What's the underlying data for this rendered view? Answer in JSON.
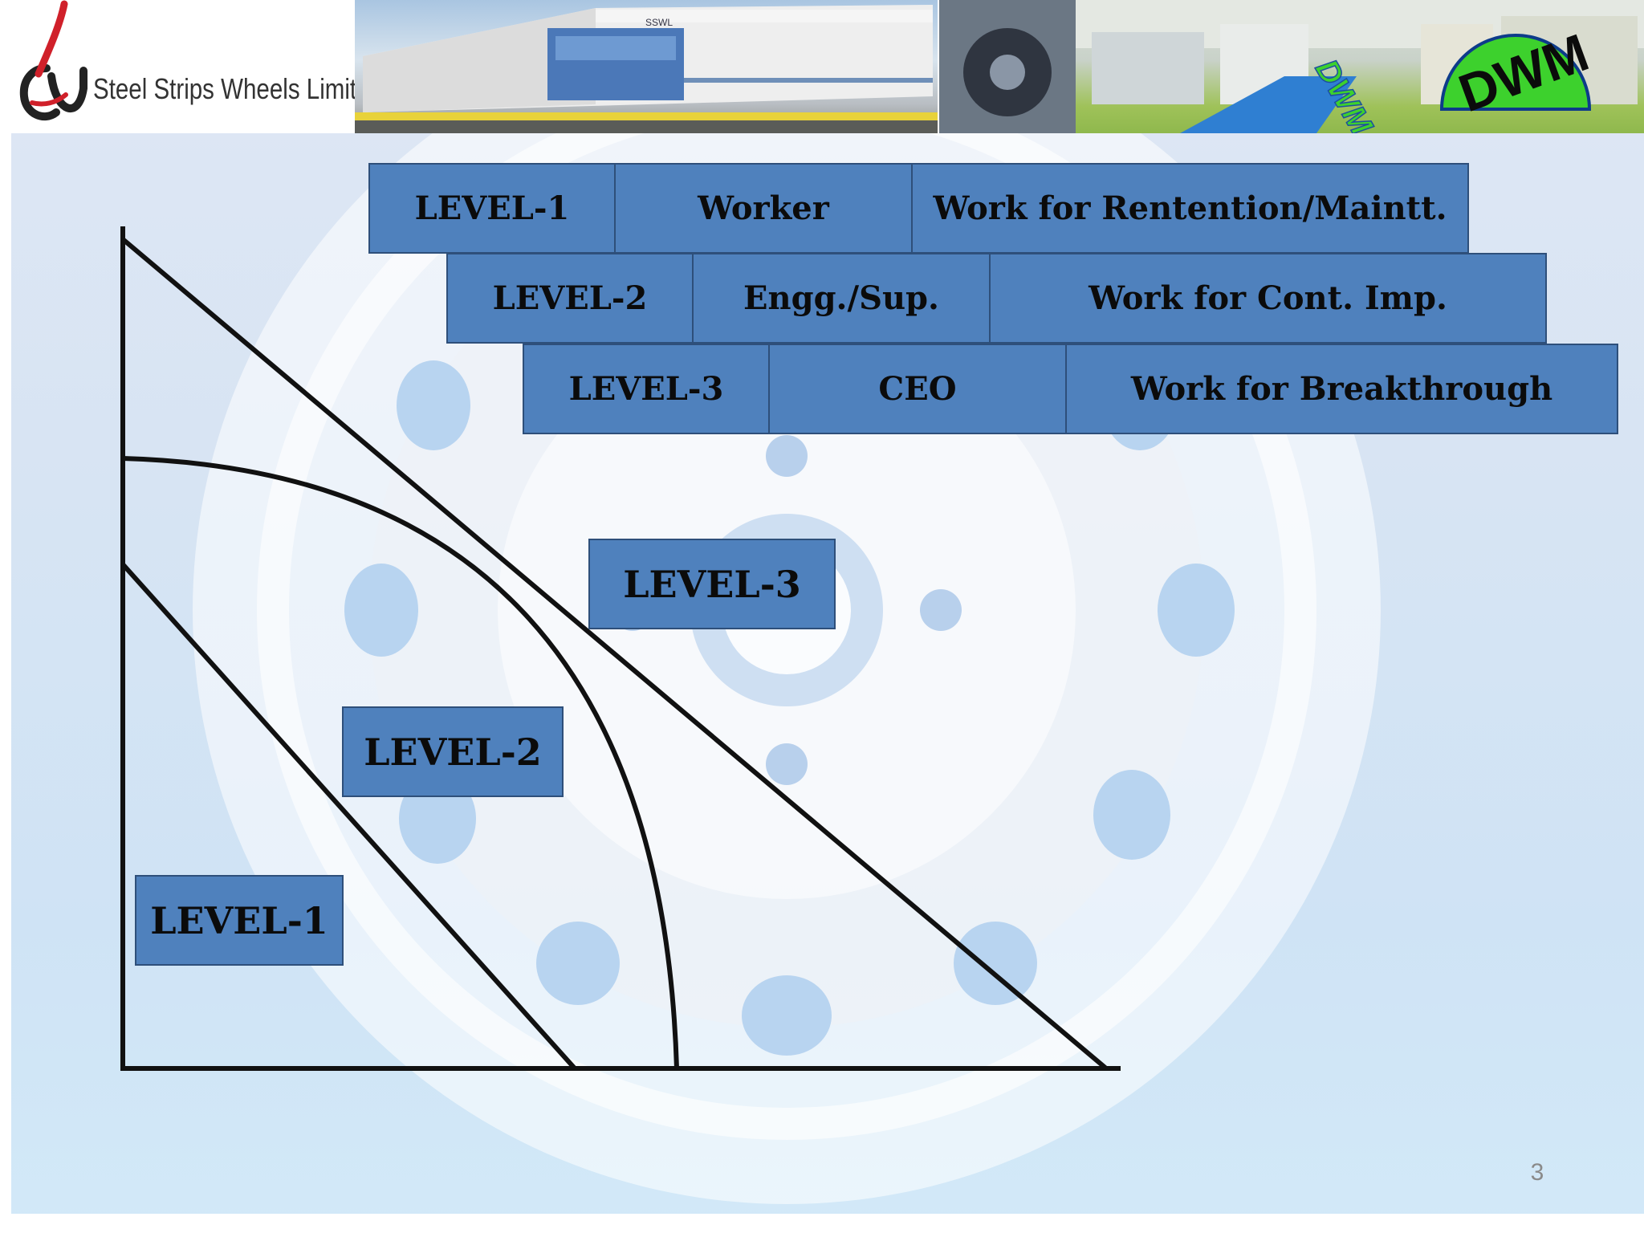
{
  "header": {
    "company_name": "Steel Strips Wheels Limited",
    "logo_mark": "SSWL",
    "badge_text": "DWM",
    "floor_text": "DWM"
  },
  "table": {
    "rows": [
      {
        "level": "LEVEL-1",
        "role": "Worker",
        "focus": "Work for Rentention/Maintt."
      },
      {
        "level": "LEVEL-2",
        "role": "Engg./Sup.",
        "focus": "Work for Cont. Imp."
      },
      {
        "level": "LEVEL-3",
        "role": "CEO",
        "focus": "Work for Breakthrough"
      }
    ]
  },
  "diagram": {
    "region_labels": [
      "LEVEL-3",
      "LEVEL-2",
      "LEVEL-1"
    ]
  },
  "colors": {
    "box_fill": "#4f81bd",
    "box_border": "#2e4f7a",
    "line_color": "#111111",
    "badge_green": "#3dd12d"
  },
  "page_number": "3"
}
